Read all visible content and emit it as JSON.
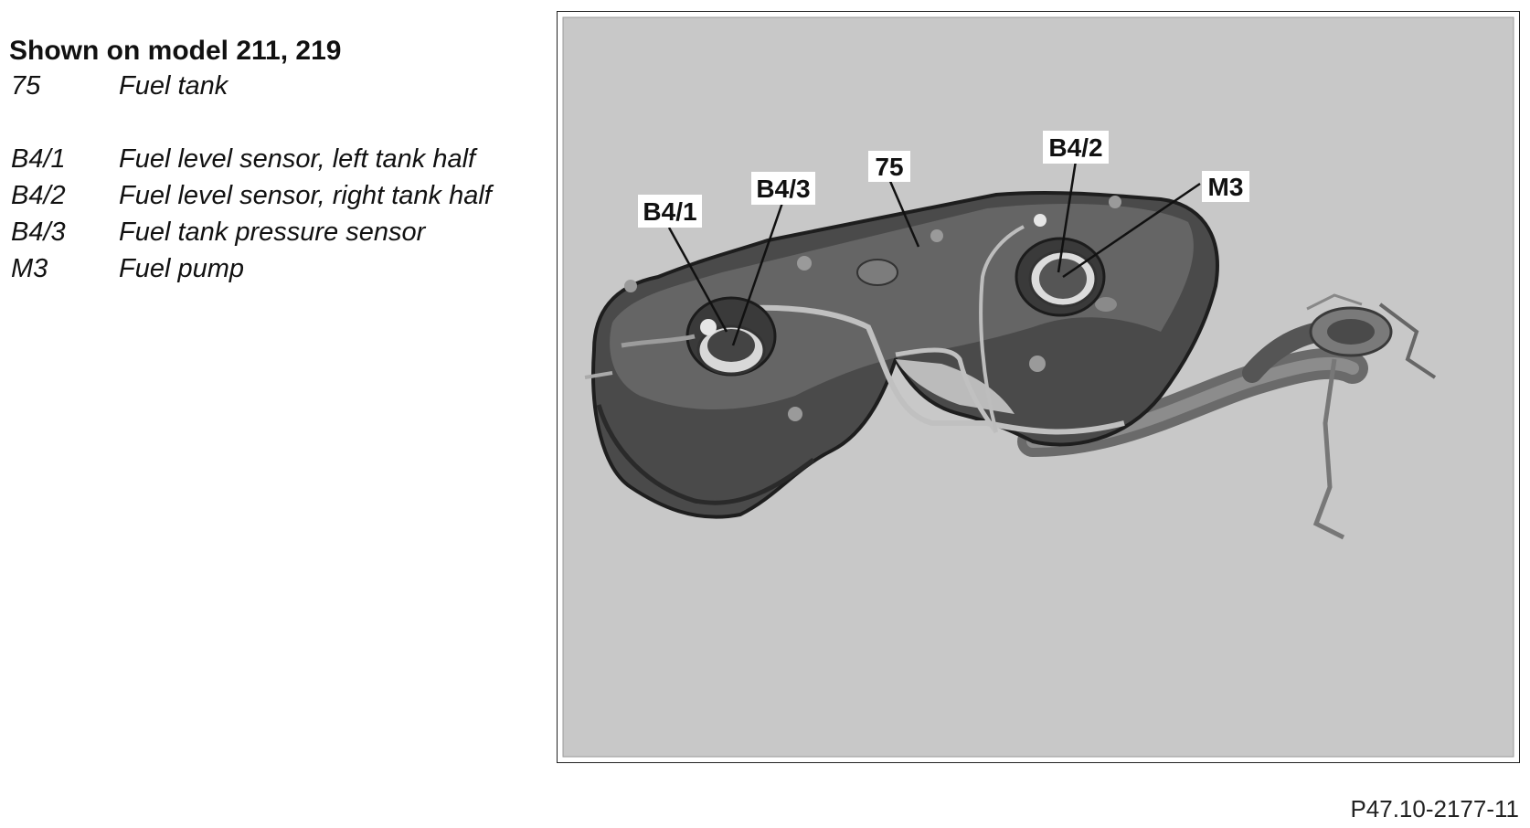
{
  "legend": {
    "title": "Shown on model 211, 219",
    "items": [
      {
        "code": "75",
        "desc": "Fuel tank"
      },
      {
        "code": "B4/1",
        "desc": "Fuel level sensor, left tank half"
      },
      {
        "code": "B4/2",
        "desc": "Fuel level sensor, right tank half"
      },
      {
        "code": "B4/3",
        "desc": "Fuel tank pressure sensor"
      },
      {
        "code": "M3",
        "desc": "Fuel pump"
      }
    ]
  },
  "callouts": {
    "b41": "B4/1",
    "b43": "B4/3",
    "c75": "75",
    "b42": "B4/2",
    "m3": "M3"
  },
  "reference": "P47.10-2177-11",
  "colors": {
    "background": "#c8c8c8",
    "tank_dark": "#3a3a3a",
    "tank_mid": "#5e5e5e",
    "pipe": "#b5b5b5"
  }
}
